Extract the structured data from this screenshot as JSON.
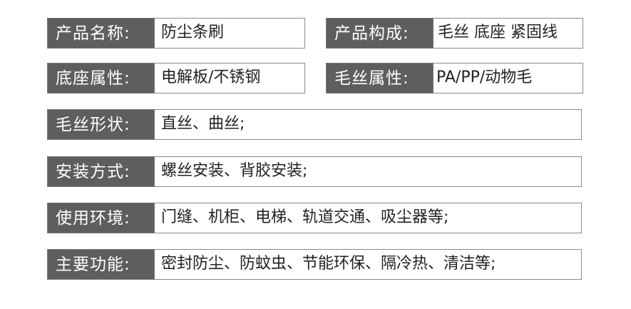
{
  "rows": [
    {
      "label": "产品名称:",
      "value": "防尘条刷"
    },
    {
      "label": "产品构成:",
      "value": "毛丝 底座 紧固线"
    },
    {
      "label": "底座属性:",
      "value": "电解板/不锈钢"
    },
    {
      "label": "毛丝属性:",
      "value": "PA/PP/动物毛"
    },
    {
      "label": "毛丝形状:",
      "value": "直丝、曲丝;"
    },
    {
      "label": "安装方式:",
      "value": "螺丝安装、背胶安装;"
    },
    {
      "label": "使用环境:",
      "value": "门缝、机柜、电梯、轨道交通、吸尘器等;"
    },
    {
      "label": "主要功能:",
      "value": "密封防尘、防蚊虫、节能环保、隔冷热、清洁等;"
    }
  ],
  "colors": {
    "label_bg": "#5e5e5e",
    "label_text": "#ffffff",
    "border": "#8a8a8a"
  }
}
